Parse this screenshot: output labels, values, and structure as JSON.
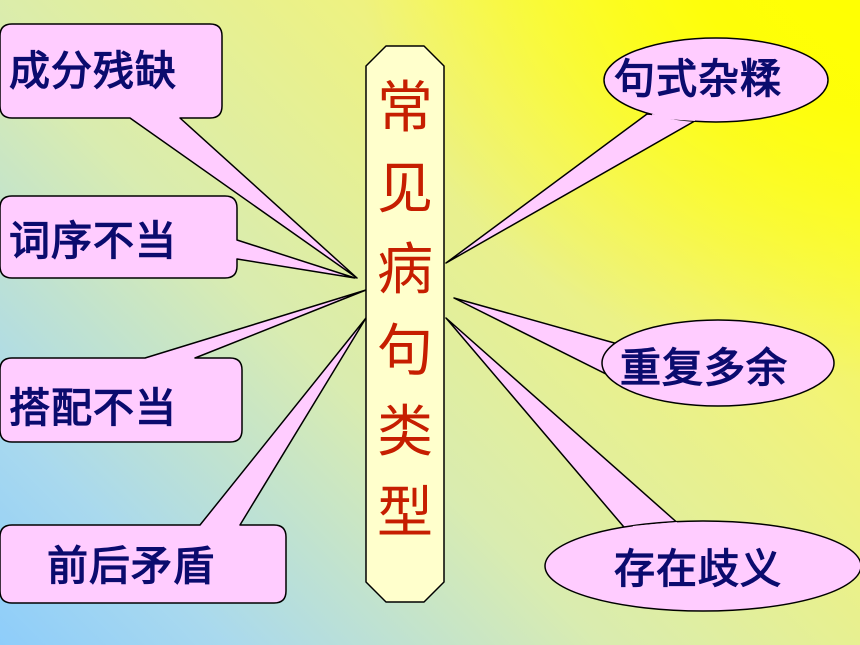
{
  "diagram": {
    "center_title": [
      "常",
      "见",
      "病",
      "句",
      "类",
      "型"
    ],
    "left_items": [
      "成分残缺",
      "词序不当",
      "搭配不当",
      "前后矛盾"
    ],
    "right_items": [
      "句式杂糅",
      "重复多余",
      "存在歧义"
    ]
  },
  "colors": {
    "callout_fill": "#ffccff",
    "callout_stroke": "#000000",
    "label_text": "#0b0b6e",
    "center_text": "#c61e00",
    "center_fill": "#ffffcc",
    "background_top_right": "#ffff00",
    "background_bottom_left": "#8ecdfa"
  }
}
